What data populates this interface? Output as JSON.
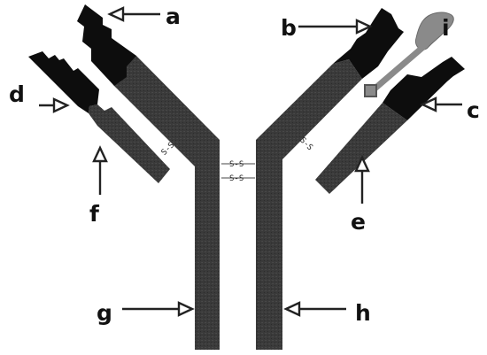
{
  "labels": {
    "a": "a",
    "b": "b",
    "c": "c",
    "d": "d",
    "e": "e",
    "f": "f",
    "g": "g",
    "h": "h",
    "i": "i"
  },
  "disulfide": {
    "hinge_top": "S-S",
    "hinge_bottom": "S-S",
    "left_arm": "S-S",
    "right_arm": "S-S"
  },
  "colors": {
    "region": "#3b3b3b",
    "variable_region": "#0d0d0d",
    "attached_molecule": "#8a8a8a",
    "arrow": "#222222",
    "text": "#111111"
  }
}
